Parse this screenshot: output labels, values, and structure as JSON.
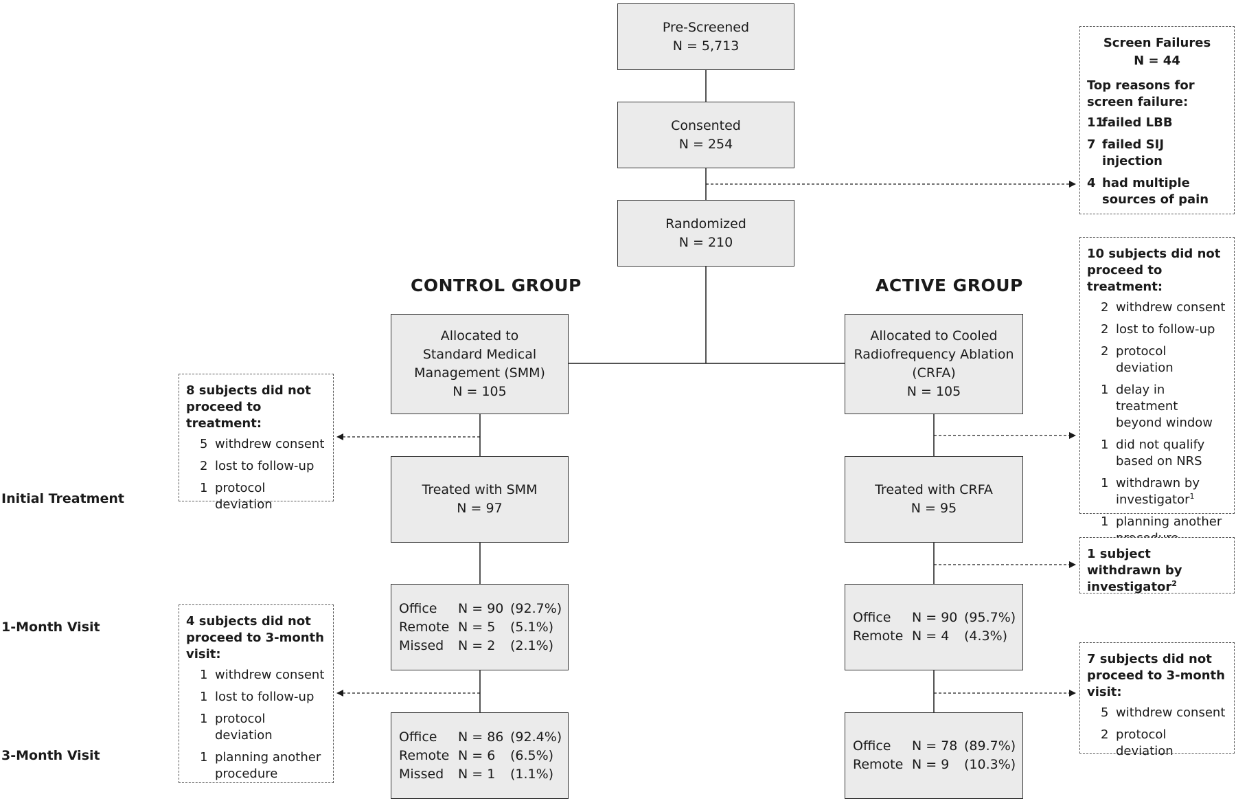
{
  "flow": {
    "prescreened": {
      "label": "Pre-Screened",
      "n": "N = 5,713"
    },
    "consented": {
      "label": "Consented",
      "n": "N = 254"
    },
    "randomized": {
      "label": "Randomized",
      "n": "N = 210"
    }
  },
  "screen_failures": {
    "title": "Screen Failures",
    "n": "N = 44",
    "subhead": "Top reasons for screen failure:",
    "reasons": [
      {
        "count": "11",
        "text": "failed LBB"
      },
      {
        "count": "7",
        "text": "failed SIJ injection"
      },
      {
        "count": "4",
        "text": "had multiple sources of pain"
      }
    ]
  },
  "groups": {
    "control": {
      "title": "CONTROL GROUP",
      "allocated": {
        "line1": "Allocated to",
        "line2": "Standard Medical",
        "line3": "Management (SMM)",
        "n": "N = 105"
      },
      "treated": {
        "label": "Treated with SMM",
        "n": "N = 97"
      },
      "month1": [
        {
          "type": "Office",
          "n": "N = 90",
          "pct": "(92.7%)"
        },
        {
          "type": "Remote",
          "n": "N = 5",
          "pct": "(5.1%)"
        },
        {
          "type": "Missed",
          "n": "N = 2",
          "pct": "(2.1%)"
        }
      ],
      "month3": [
        {
          "type": "Office",
          "n": "N = 86",
          "pct": "(92.4%)"
        },
        {
          "type": "Remote",
          "n": "N = 6",
          "pct": "(6.5%)"
        },
        {
          "type": "Missed",
          "n": "N = 1",
          "pct": "(1.1%)"
        }
      ],
      "no_treatment": {
        "head": "8 subjects did not proceed to treatment:",
        "reasons": [
          {
            "count": "5",
            "text": "withdrew consent"
          },
          {
            "count": "2",
            "text": "lost to follow-up"
          },
          {
            "count": "1",
            "text": "protocol deviation"
          }
        ]
      },
      "no_3month": {
        "head": "4 subjects did not proceed to 3-month visit:",
        "reasons": [
          {
            "count": "1",
            "text": "withdrew consent"
          },
          {
            "count": "1",
            "text": "lost to follow-up"
          },
          {
            "count": "1",
            "text": "protocol deviation"
          },
          {
            "count": "1",
            "text": "planning another procedure"
          }
        ]
      }
    },
    "active": {
      "title": "ACTIVE GROUP",
      "allocated": {
        "line1": "Allocated to Cooled",
        "line2": "Radiofrequency Ablation",
        "line3": "(CRFA)",
        "n": "N = 105"
      },
      "treated": {
        "label": "Treated with CRFA",
        "n": "N = 95"
      },
      "month1": [
        {
          "type": "Office",
          "n": "N = 90",
          "pct": "(95.7%)"
        },
        {
          "type": "Remote",
          "n": "N = 4",
          "pct": "(4.3%)"
        }
      ],
      "month3": [
        {
          "type": "Office",
          "n": "N = 78",
          "pct": "(89.7%)"
        },
        {
          "type": "Remote",
          "n": "N = 9",
          "pct": "(10.3%)"
        }
      ],
      "no_treatment": {
        "head": "10 subjects did not proceed to treatment:",
        "reasons": [
          {
            "count": "2",
            "text": "withdrew consent"
          },
          {
            "count": "2",
            "text": "lost to follow-up"
          },
          {
            "count": "2",
            "text": "protocol deviation"
          },
          {
            "count": "1",
            "text": "delay in treatment beyond window"
          },
          {
            "count": "1",
            "text": "did not qualify based on NRS"
          },
          {
            "count": "1",
            "text": "withdrawn by investigator",
            "sup": "1"
          },
          {
            "count": "1",
            "text": "planning another procedure"
          }
        ]
      },
      "withdrawn": {
        "text": "1 subject withdrawn by investigator",
        "sup": "2"
      },
      "no_3month": {
        "head": "7 subjects did not proceed to 3-month visit:",
        "reasons": [
          {
            "count": "5",
            "text": "withdrew consent"
          },
          {
            "count": "2",
            "text": "protocol deviation"
          }
        ]
      }
    }
  },
  "row_labels": {
    "initial": "Initial Treatment",
    "month1": "1-Month Visit",
    "month3": "3-Month Visit"
  }
}
